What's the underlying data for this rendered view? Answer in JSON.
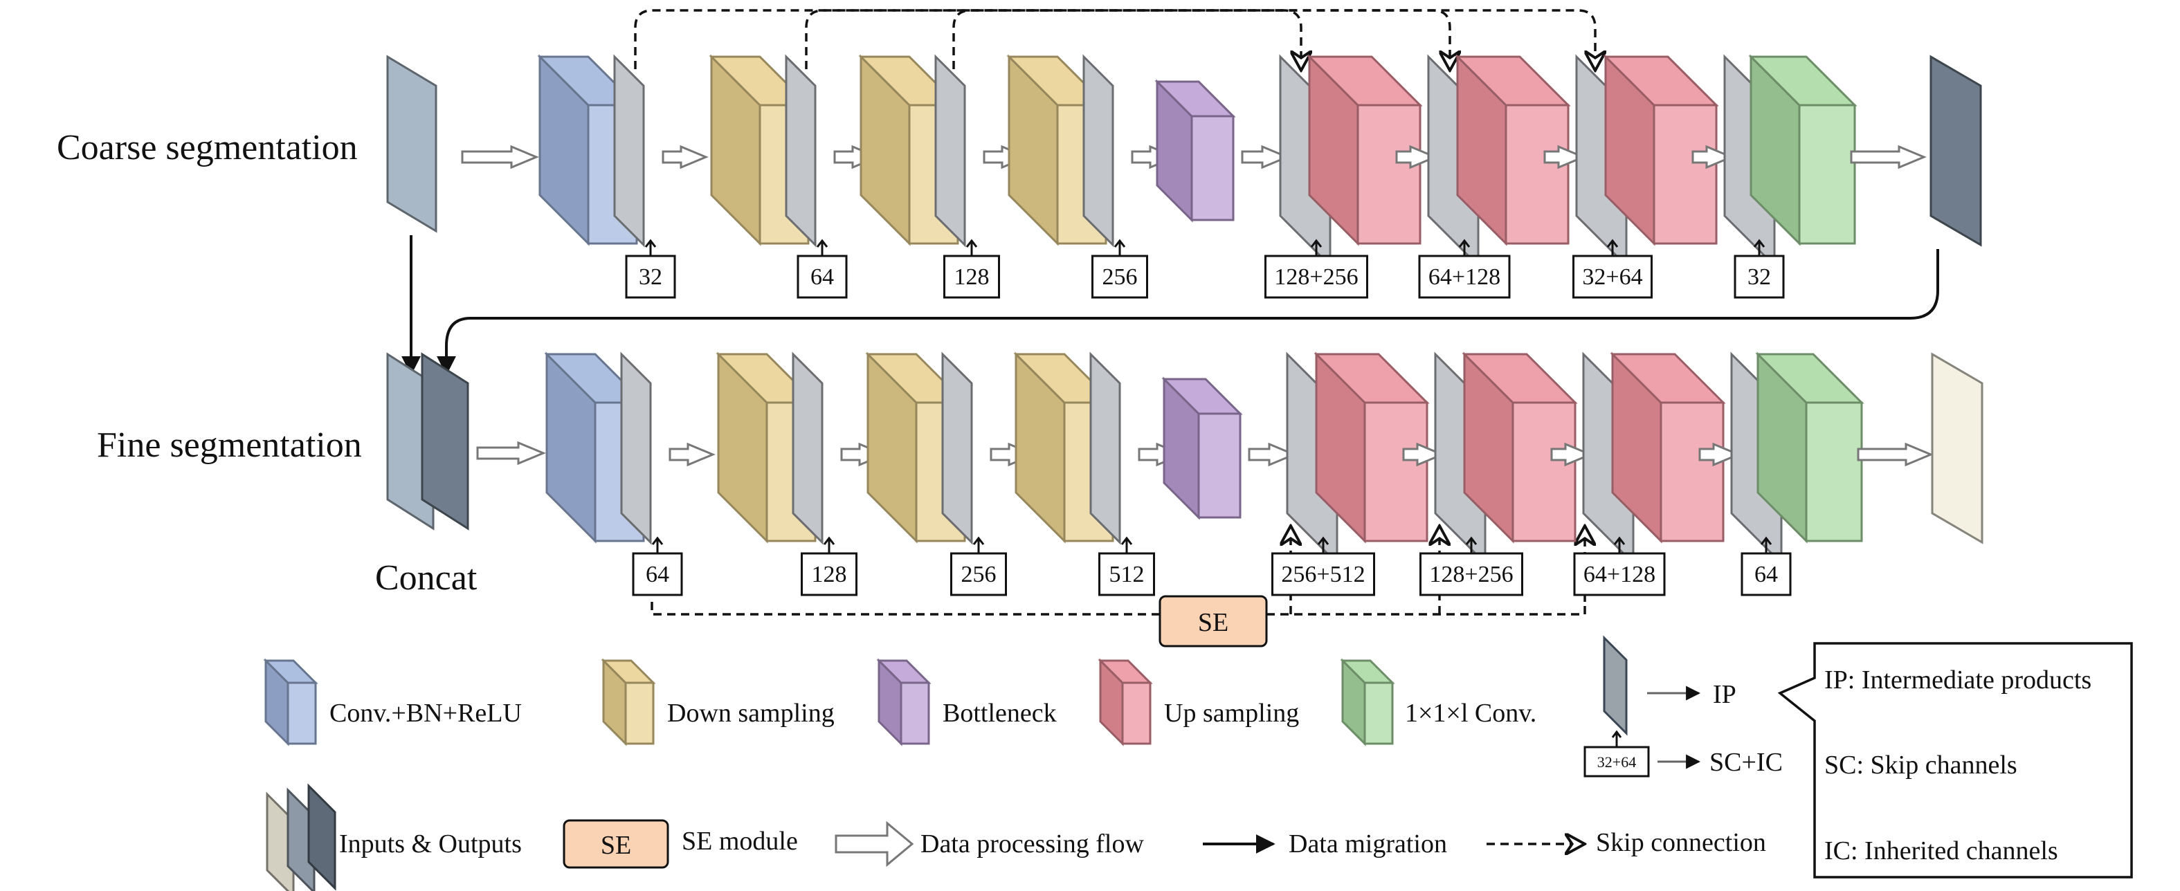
{
  "diagram": {
    "rows": {
      "coarse_label": "Coarse segmentation",
      "fine_label": "Fine segmentation",
      "concat_label": "Concat"
    },
    "coarse_channels": [
      "32",
      "64",
      "128",
      "256",
      "128+256",
      "64+128",
      "32+64",
      "32"
    ],
    "fine_channels": [
      "64",
      "128",
      "256",
      "512",
      "256+512",
      "128+256",
      "64+128",
      "64"
    ],
    "se_label": "SE",
    "colors": {
      "conv": "#9fb4dc",
      "down": "#e8d08e",
      "bottleneck": "#b99cd2",
      "up": "#ec909c",
      "final_conv": "#a8d8a0",
      "intermediate": "#c3c7cc",
      "io_input": "#a9b8c6",
      "io_dark": "#6f7d8c",
      "io_output": "#f4f1e2",
      "se": "#fad2b4"
    }
  },
  "legend": {
    "conv_label": "Conv.+BN+ReLU",
    "down_label": "Down sampling",
    "bottleneck_label": "Bottleneck",
    "up_label": "Up sampling",
    "final_conv_label": "1×1×l Conv.",
    "ip_label": "IP",
    "scic_box": "32+64",
    "scic_label": "SC+IC",
    "io_label": "Inputs & Outputs",
    "se_box": "SE",
    "se_label": "SE module",
    "flow_label": "Data processing flow",
    "migration_label": "Data migration",
    "skip_label": "Skip connection",
    "abbrev": [
      "IP: Intermediate products",
      "SC: Skip channels",
      "IC: Inherited channels"
    ]
  }
}
